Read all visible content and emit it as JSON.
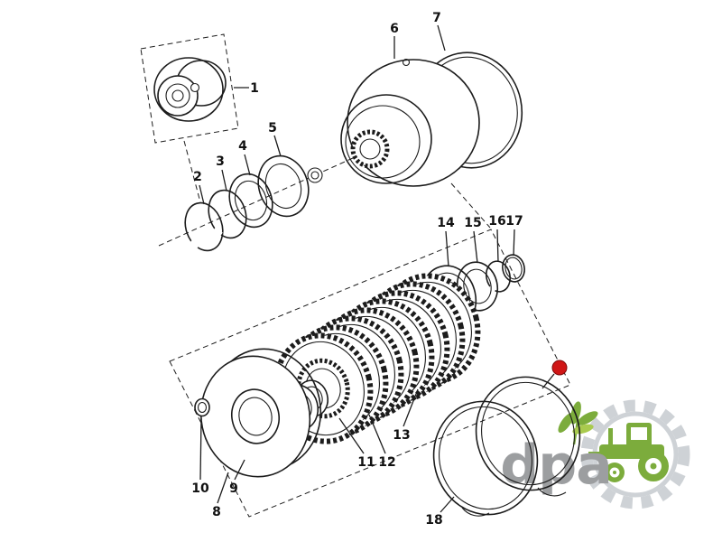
{
  "diagram": {
    "background": "#ffffff",
    "line_color": "#1c1c1c",
    "callouts": [
      {
        "label": "1"
      },
      {
        "label": "2"
      },
      {
        "label": "3"
      },
      {
        "label": "4"
      },
      {
        "label": "5"
      },
      {
        "label": "6"
      },
      {
        "label": "7"
      },
      {
        "label": "8"
      },
      {
        "label": "9"
      },
      {
        "label": "10"
      },
      {
        "label": "11"
      },
      {
        "label": "12"
      },
      {
        "label": "13"
      },
      {
        "label": "14"
      },
      {
        "label": "15"
      },
      {
        "label": "16"
      },
      {
        "label": "17"
      },
      {
        "label": "18"
      }
    ],
    "selection_marker": {
      "type": "red-dot",
      "color": "#d01616",
      "attached_to_callout": "18"
    }
  },
  "watermark": {
    "brand_text": "dpa",
    "text_color": "#97999b",
    "accent_green": "#76a832",
    "accent_green_light": "#a5c845",
    "gear_color": "#ccd0d4"
  }
}
